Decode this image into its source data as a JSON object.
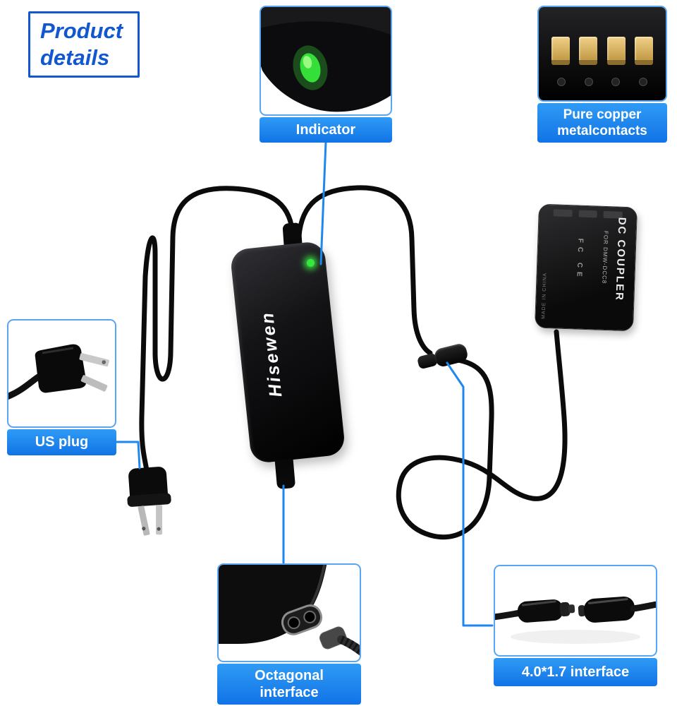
{
  "title": {
    "text": "Product details"
  },
  "callouts": {
    "indicator": {
      "label": "Indicator"
    },
    "contacts": {
      "line1": "Pure copper",
      "line2": "metalcontacts"
    },
    "us_plug": {
      "label": "US plug"
    },
    "octagonal": {
      "line1": "Octagonal",
      "line2": "interface"
    },
    "dc_interface": {
      "label": "4.0*1.7 interface"
    }
  },
  "product": {
    "brand": "Hisewen",
    "coupler": {
      "name": "DC COUPLER",
      "model": "FOR DMW-DCC8",
      "made_in": "MADE IN CHINA",
      "marks": "FC CE"
    }
  },
  "colors": {
    "accent_blue": "#1e87f0",
    "label_blue": "#1173e6",
    "led_green": "#37e83c",
    "contact_gold": "#d9b264"
  }
}
